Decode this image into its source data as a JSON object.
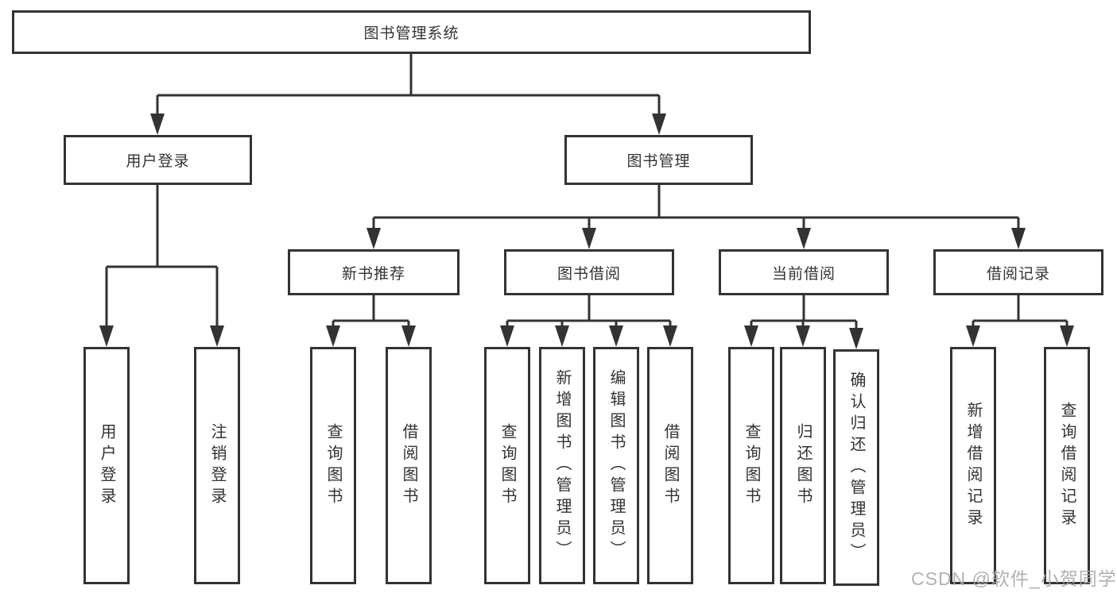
{
  "tree": {
    "root": "图书管理系统",
    "branches": [
      {
        "label": "用户登录",
        "children": [
          {
            "label": "用户登录"
          },
          {
            "label": "注销登录"
          }
        ]
      },
      {
        "label": "图书管理",
        "groups": [
          {
            "label": "新书推荐",
            "children": [
              {
                "label": "查询图书"
              },
              {
                "label": "借阅图书"
              }
            ]
          },
          {
            "label": "图书借阅",
            "children": [
              {
                "label": "查询图书"
              },
              {
                "label": "新增图书（管理员）"
              },
              {
                "label": "编辑图书（管理员）"
              },
              {
                "label": "借阅图书"
              }
            ]
          },
          {
            "label": "当前借阅",
            "children": [
              {
                "label": "查询图书"
              },
              {
                "label": "归还图书"
              },
              {
                "label": "确认归还（管理员）"
              }
            ]
          },
          {
            "label": "借阅记录",
            "children": [
              {
                "label": "新增借阅记录"
              },
              {
                "label": "查询借阅记录"
              }
            ]
          }
        ]
      }
    ]
  },
  "watermark": "CSDN @软件_小贺同学",
  "colors": {
    "line": "#333333",
    "text": "#333333",
    "box_background": "#ffffff",
    "watermark": "#a8a8a8"
  }
}
